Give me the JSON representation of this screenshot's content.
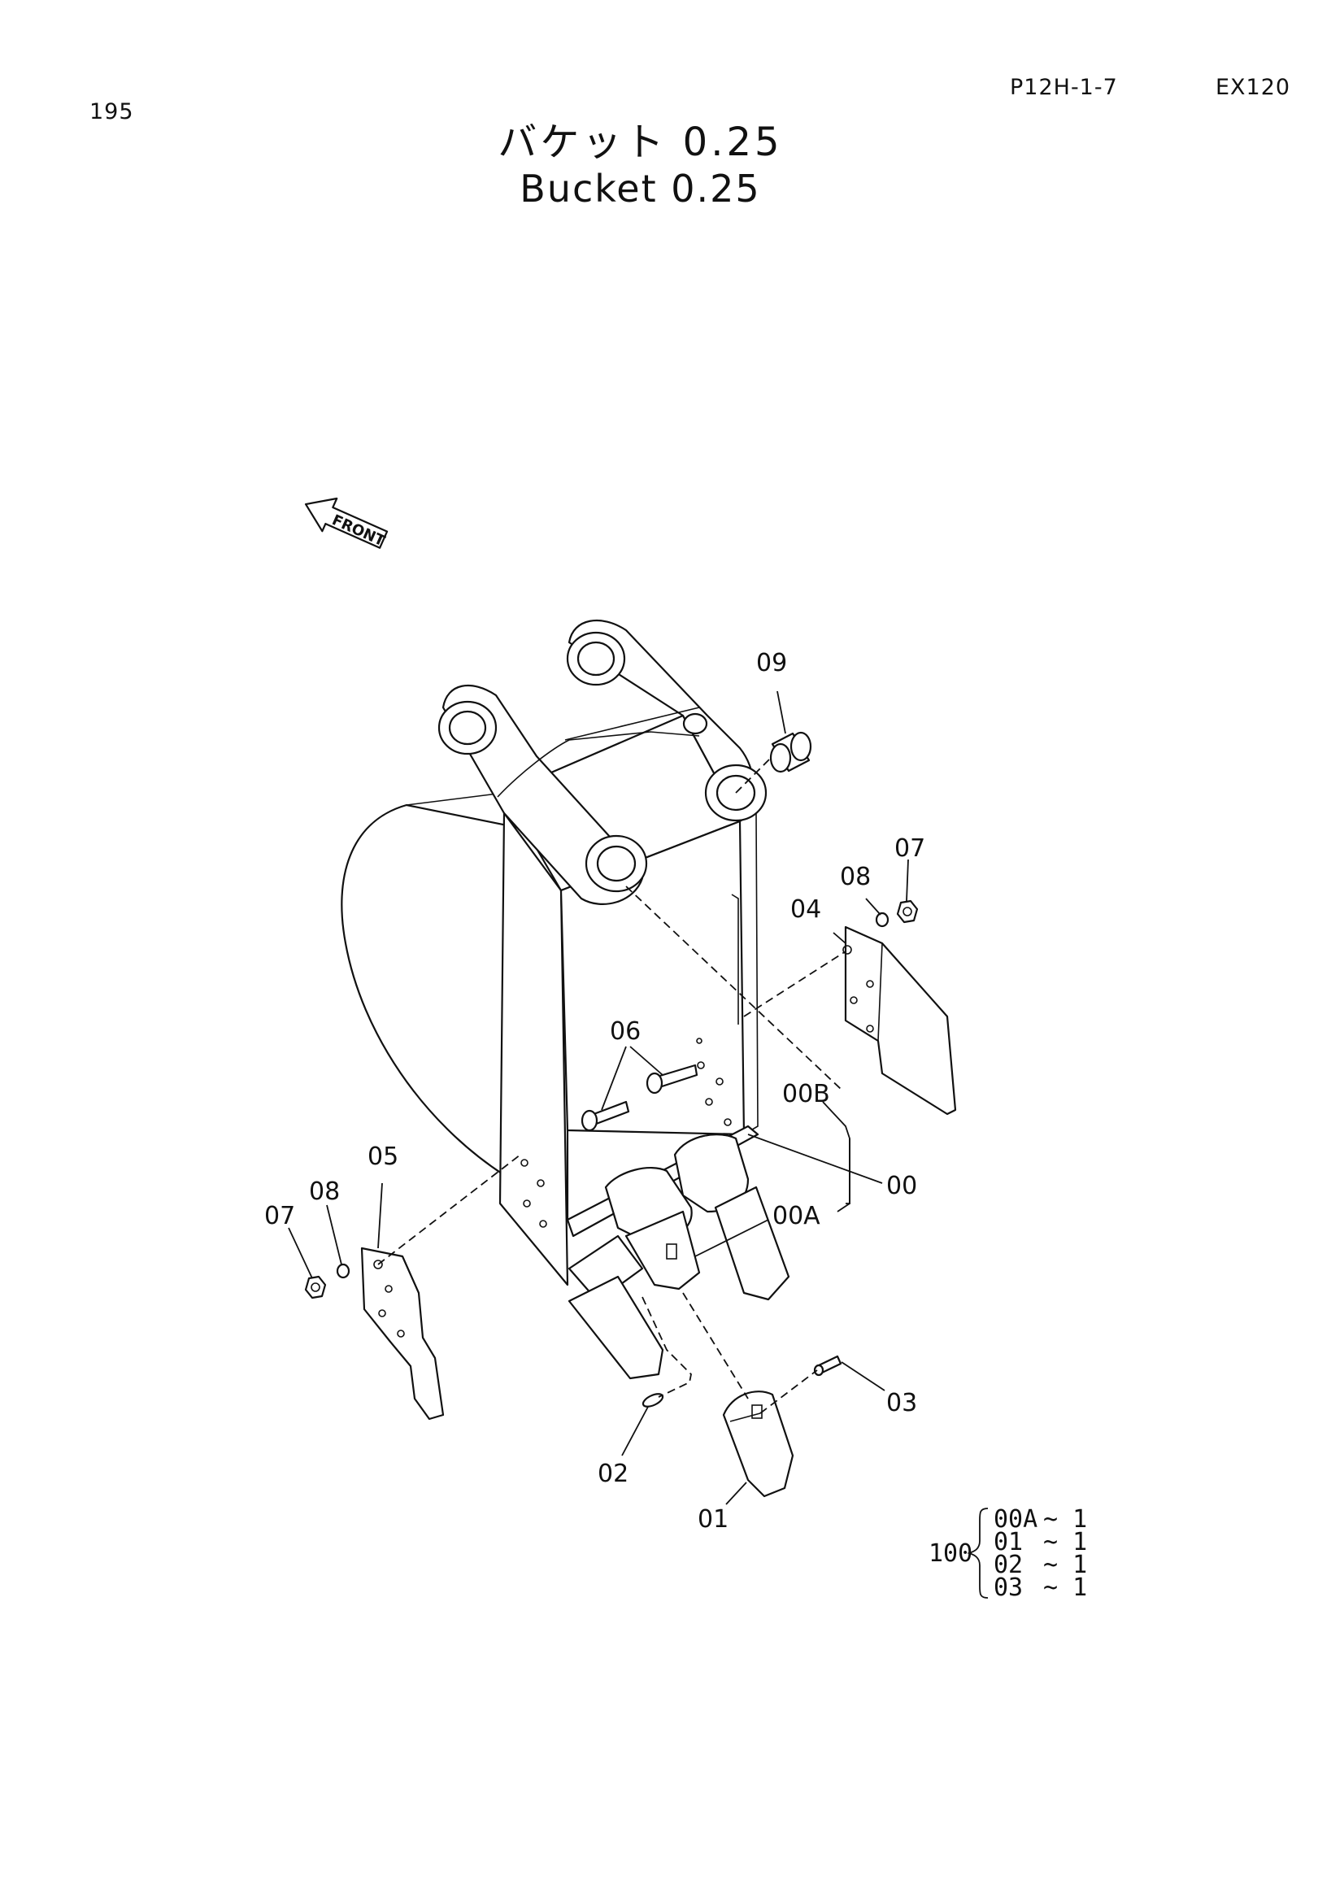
{
  "header": {
    "page_number": "195",
    "catalog_code": "P12H-1-7",
    "model": "EX120"
  },
  "title": {
    "japanese": "バケット 0.25",
    "english": "Bucket 0.25"
  },
  "direction_label": "FRONT",
  "callouts": {
    "c09": "09",
    "c07_right": "07",
    "c08_right": "08",
    "c04": "04",
    "c06": "06",
    "c00B": "00B",
    "c00": "00",
    "c00A": "00A",
    "c05": "05",
    "c08_left": "08",
    "c07_left": "07",
    "c03": "03",
    "c02": "02",
    "c01": "01"
  },
  "kit": {
    "number": "100",
    "items": [
      {
        "part": "00A",
        "qty": "~ 1"
      },
      {
        "part": "01",
        "qty": "~ 1"
      },
      {
        "part": "02",
        "qty": "~ 1"
      },
      {
        "part": "03",
        "qty": "~ 1"
      }
    ]
  }
}
